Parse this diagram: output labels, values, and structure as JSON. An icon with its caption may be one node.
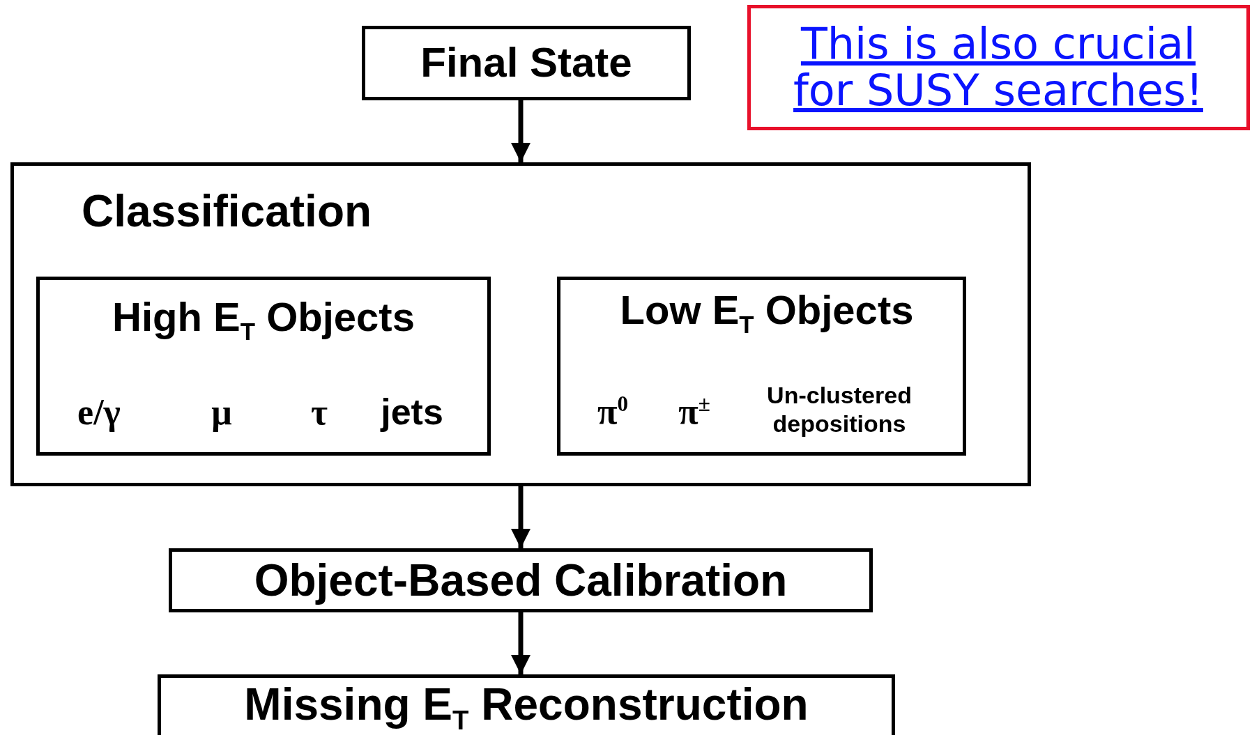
{
  "diagram": {
    "nodes": [
      {
        "text": [
          "Final State"
        ]
      },
      {
        "text": [
          "Classification"
        ]
      },
      {
        "text": [
          "High E$_{T}$ Objects",
          "e/γ",
          "μ",
          "τ",
          "jets"
        ],
        "in": 1
      },
      {
        "text": [
          "Low E$_{T}$ Objects",
          "π$^{0}$",
          "π$^{±}$",
          "Un-clustered depositions"
        ],
        "in": 1
      },
      {
        "text": [
          "Object-Based Calibration"
        ]
      },
      {
        "text": [
          "Missing E$_{T}$ Reconstruction"
        ]
      },
      {
        "text": [
          "This is also crucial for SUSY searches!"
        ]
      }
    ],
    "edges": [
      {
        "from": 0,
        "to": 1,
        "arrow": "to"
      },
      {
        "from": 1,
        "to": 4,
        "arrow": "to"
      },
      {
        "from": 4,
        "to": 5,
        "arrow": "to"
      }
    ]
  }
}
